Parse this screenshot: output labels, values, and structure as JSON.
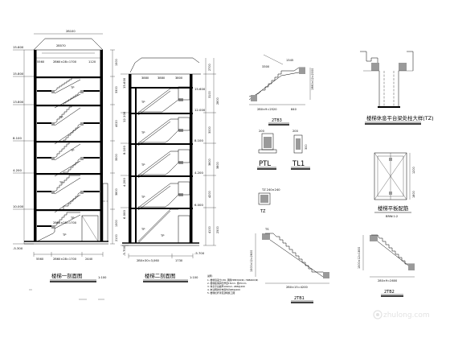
{
  "left_section": {
    "title": "楼梯一剖面图",
    "scale": "1:100",
    "top_dims": [
      "2B100",
      "2B570",
      "5560",
      "2B60×28=1700",
      "1120"
    ],
    "bottom_dims": [
      "5560",
      "2B60×28=1700",
      "2440"
    ],
    "left_elevations": [
      "15.600",
      "15.800",
      "13.800",
      "8.100",
      "4.200",
      "10.000",
      "-5.300"
    ],
    "stair_labels": [
      "TP",
      "TP",
      "TP",
      "TP",
      "TP",
      "TP"
    ],
    "mid_dim": "2B60×28=1700",
    "right_vertical_dims": [
      "1500",
      "3300",
      "4020",
      "3500",
      "3800",
      "1300",
      "2100"
    ]
  },
  "middle_section": {
    "title": "楼梯二剖面图",
    "scale": "1:100",
    "top_dims": [
      "3880",
      "3880",
      "3800"
    ],
    "bottom_dims": [
      "2B0×30=3,060",
      "1730"
    ],
    "left_elevations": [
      "15.600",
      "12.100",
      "8.100",
      "4.200",
      "6.000",
      "-5.700"
    ],
    "right_elevations": [
      "15.600",
      "12.000",
      "8.100",
      "4.200",
      "6.000",
      "-5.700"
    ],
    "stair_labels": [
      "TP",
      "TP",
      "TP",
      "TP",
      "TP",
      "TP"
    ],
    "right_vertical_dims": [
      "2700",
      "3100",
      "3000",
      "3600",
      "4200",
      "4100",
      "2800",
      "3800",
      "2500"
    ]
  },
  "tb3": {
    "label": "2TB3",
    "dims": [
      "1345",
      "3300",
      "2B0×9=2520",
      "840",
      "1980×12=2000"
    ]
  },
  "ptl": {
    "label": "PTL",
    "dim": "200"
  },
  "tl1": {
    "label": "TL1",
    "dims": [
      "200",
      "300"
    ]
  },
  "tz": {
    "label": "TZ",
    "size": "TZ 240×240"
  },
  "tb1": {
    "label": "2TB1",
    "dims": [
      "2B0×15=4200",
      "1500×12=2600",
      "TS"
    ]
  },
  "tb2": {
    "label": "2TB2",
    "dims": [
      "1500×12=1800",
      "280×9=2600"
    ]
  },
  "detail_tz": {
    "title": "楼梯休息平台梁处柱大样(TZ)"
  },
  "detail_slab": {
    "title": "楼梯平板配筋",
    "sub": "BRW:1:2",
    "dims": [
      "1200",
      "1800"
    ]
  },
  "notes": {
    "title": "说明:",
    "lines": [
      "1. 楼梯混凝土C30, 钢筋HPB300(Φ), HRB400(Φ)",
      "2. 楼梯板保护层厚度15mm, 梁25mm",
      "3. 休息平台板厚100mm, 2Φ8@200",
      "4. 未注明的分布筋均为Φ8@200",
      "5. 楼梯栏杆详见建筑施工图"
    ]
  },
  "watermark": {
    "text": "zhulong.com",
    "icon": "zhulong-logo-icon"
  },
  "colors": {
    "line": "#000000",
    "hatch": "#9a9a9a",
    "watermark": "#d6d6d6"
  }
}
